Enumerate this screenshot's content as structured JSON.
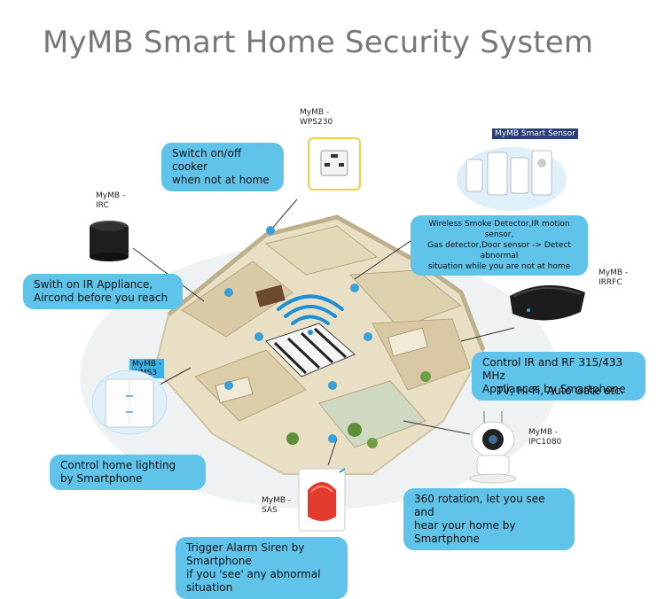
{
  "title": "MyMB Smart Home Security System",
  "devices": {
    "wps230": {
      "model": [
        "MyMB -",
        "WPS230"
      ],
      "caption": [
        "Switch on/off cooker",
        "when not at home"
      ]
    },
    "smart_sensor": {
      "tag": "MyMB Smart Sensor",
      "caption": [
        "Wireless Smoke Detector,IR motion sensor,",
        "Gas detector,Door sensor -> Detect abnormal",
        "situation while you are not at home"
      ]
    },
    "irc": {
      "model": [
        "MyMB -",
        "IRC"
      ],
      "caption": [
        "Swith on IR Appliance,",
        "Aircond before you reach"
      ]
    },
    "irrfc": {
      "model": [
        "MyMB -",
        "IRRFC"
      ],
      "caption": [
        "Control IR and RF 315/433 MHz",
        "Appliances by Smartphone"
      ],
      "extra": "TV, Hi-Fi, Auto Gate etc."
    },
    "wms3": {
      "model": [
        "MyMB -",
        "WMS3"
      ],
      "caption": [
        "Control home lighting",
        "by Smartphone"
      ]
    },
    "ipc1080": {
      "model": [
        "MyMB -",
        "IPC1080"
      ],
      "caption": [
        "360 rotation, let you see and",
        "hear your home by Smartphone"
      ]
    },
    "sas": {
      "model": [
        "MyMB -",
        "SAS"
      ],
      "caption": [
        "Trigger Alarm Siren by Smartphone",
        "if you 'see' any abnormal situation"
      ]
    }
  },
  "colors": {
    "bubble": "#5fc3ea",
    "tag": "#2a3f7a",
    "title": "#777777"
  }
}
